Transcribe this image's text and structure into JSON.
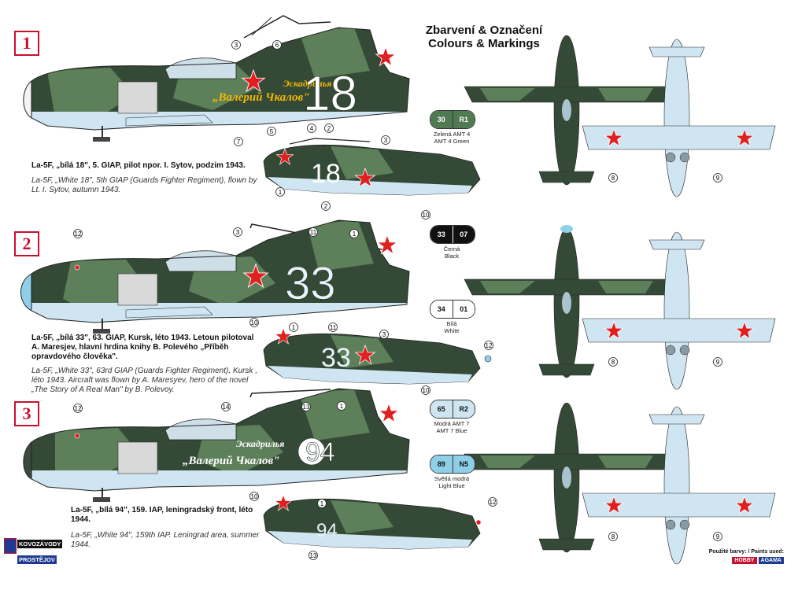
{
  "title": {
    "cz": "Zbarvení & Označení",
    "en": "Colours & Markings"
  },
  "schemes": [
    {
      "number": "1",
      "tactical": "18",
      "inscription_top": "Эскадрилья",
      "inscription_bottom": "„Валерий Чкалов\"",
      "cz": "La-5F, „bílá 18\", 5. GIAP, pilot npor. I. Sytov, podzim 1943.",
      "en": "La-5F, „White 18\", 5th GIAP (Guards Fighter Regiment), flown by Lt. I. Sytov, autumn 1943."
    },
    {
      "number": "2",
      "tactical": "33",
      "cz": "La-5F, „bílá 33\", 63. GIAP, Kursk, léto 1943. Letoun pilotoval A. Maresjev, hlavní hrdina knihy B. Polevého „Příběh opravdového člověka\".",
      "en": "La-5F, „White 33\", 63rd GIAP (Guards Fighter Regiment), Kursk , léto 1943. Aircraft was flown by A. Maresyev, hero of the novel „The Story of A Real Man\" by B. Polevoy."
    },
    {
      "number": "3",
      "tactical": "94",
      "inscription_top": "Эскадрилья",
      "inscription_bottom": "„Валерий Чкалов\"",
      "cz": "La-5F, „bílá 94\", 159. IAP, leningradský front, léto 1944.",
      "en": "La-5F, „White 94\", 159th IAP. Leningrad area, summer 1944."
    }
  ],
  "swatches": [
    {
      "codes": [
        "30",
        "R1"
      ],
      "cz": "Zelená AMT 4",
      "en": "AMT 4 Green",
      "color": "#4f7a52"
    },
    {
      "codes": [
        "33",
        "07"
      ],
      "cz": "Černá",
      "en": "Black",
      "color": "#111111"
    },
    {
      "codes": [
        "34",
        "01"
      ],
      "cz": "Bílá",
      "en": "White",
      "color": "#ffffff"
    },
    {
      "codes": [
        "65",
        "R2"
      ],
      "cz": "Modrá AMT 7",
      "en": "AMT 7 Blue",
      "color": "#cfe6f2"
    },
    {
      "codes": [
        "89",
        "N5"
      ],
      "cz": "Světlá modrá",
      "en": "Light Blue",
      "color": "#8fd0e8"
    }
  ],
  "callouts": {
    "s1_side": [
      "3",
      "6",
      "5",
      "4",
      "2",
      "7"
    ],
    "s1_small": [
      "3",
      "1",
      "2"
    ],
    "s1_top": [
      "8",
      "9"
    ],
    "s2_side": [
      "10",
      "12",
      "3",
      "11",
      "1"
    ],
    "s2_small": [
      "10",
      "1",
      "11",
      "3",
      "12"
    ],
    "s2_top": [
      "8",
      "9"
    ],
    "s3_side": [
      "10",
      "12",
      "14",
      "13",
      "1"
    ],
    "s3_small": [
      "10",
      "1",
      "12",
      "13"
    ],
    "s3_top": [
      "8",
      "9"
    ]
  },
  "logo": {
    "line1": "KOVOZÁVODY",
    "line2": "PROSTĚJOV"
  },
  "paints": {
    "label": "Použité barvy: / Paints used:",
    "brand1": "HOBBY",
    "brand2": "AGAMA"
  },
  "colors": {
    "green_dark": "#344a36",
    "green_light": "#5d7f5a",
    "underside": "#cfe6f2",
    "spinner_blue": "#8fd0e8",
    "star_red": "#e0201e",
    "badge_red": "#c8102e"
  }
}
